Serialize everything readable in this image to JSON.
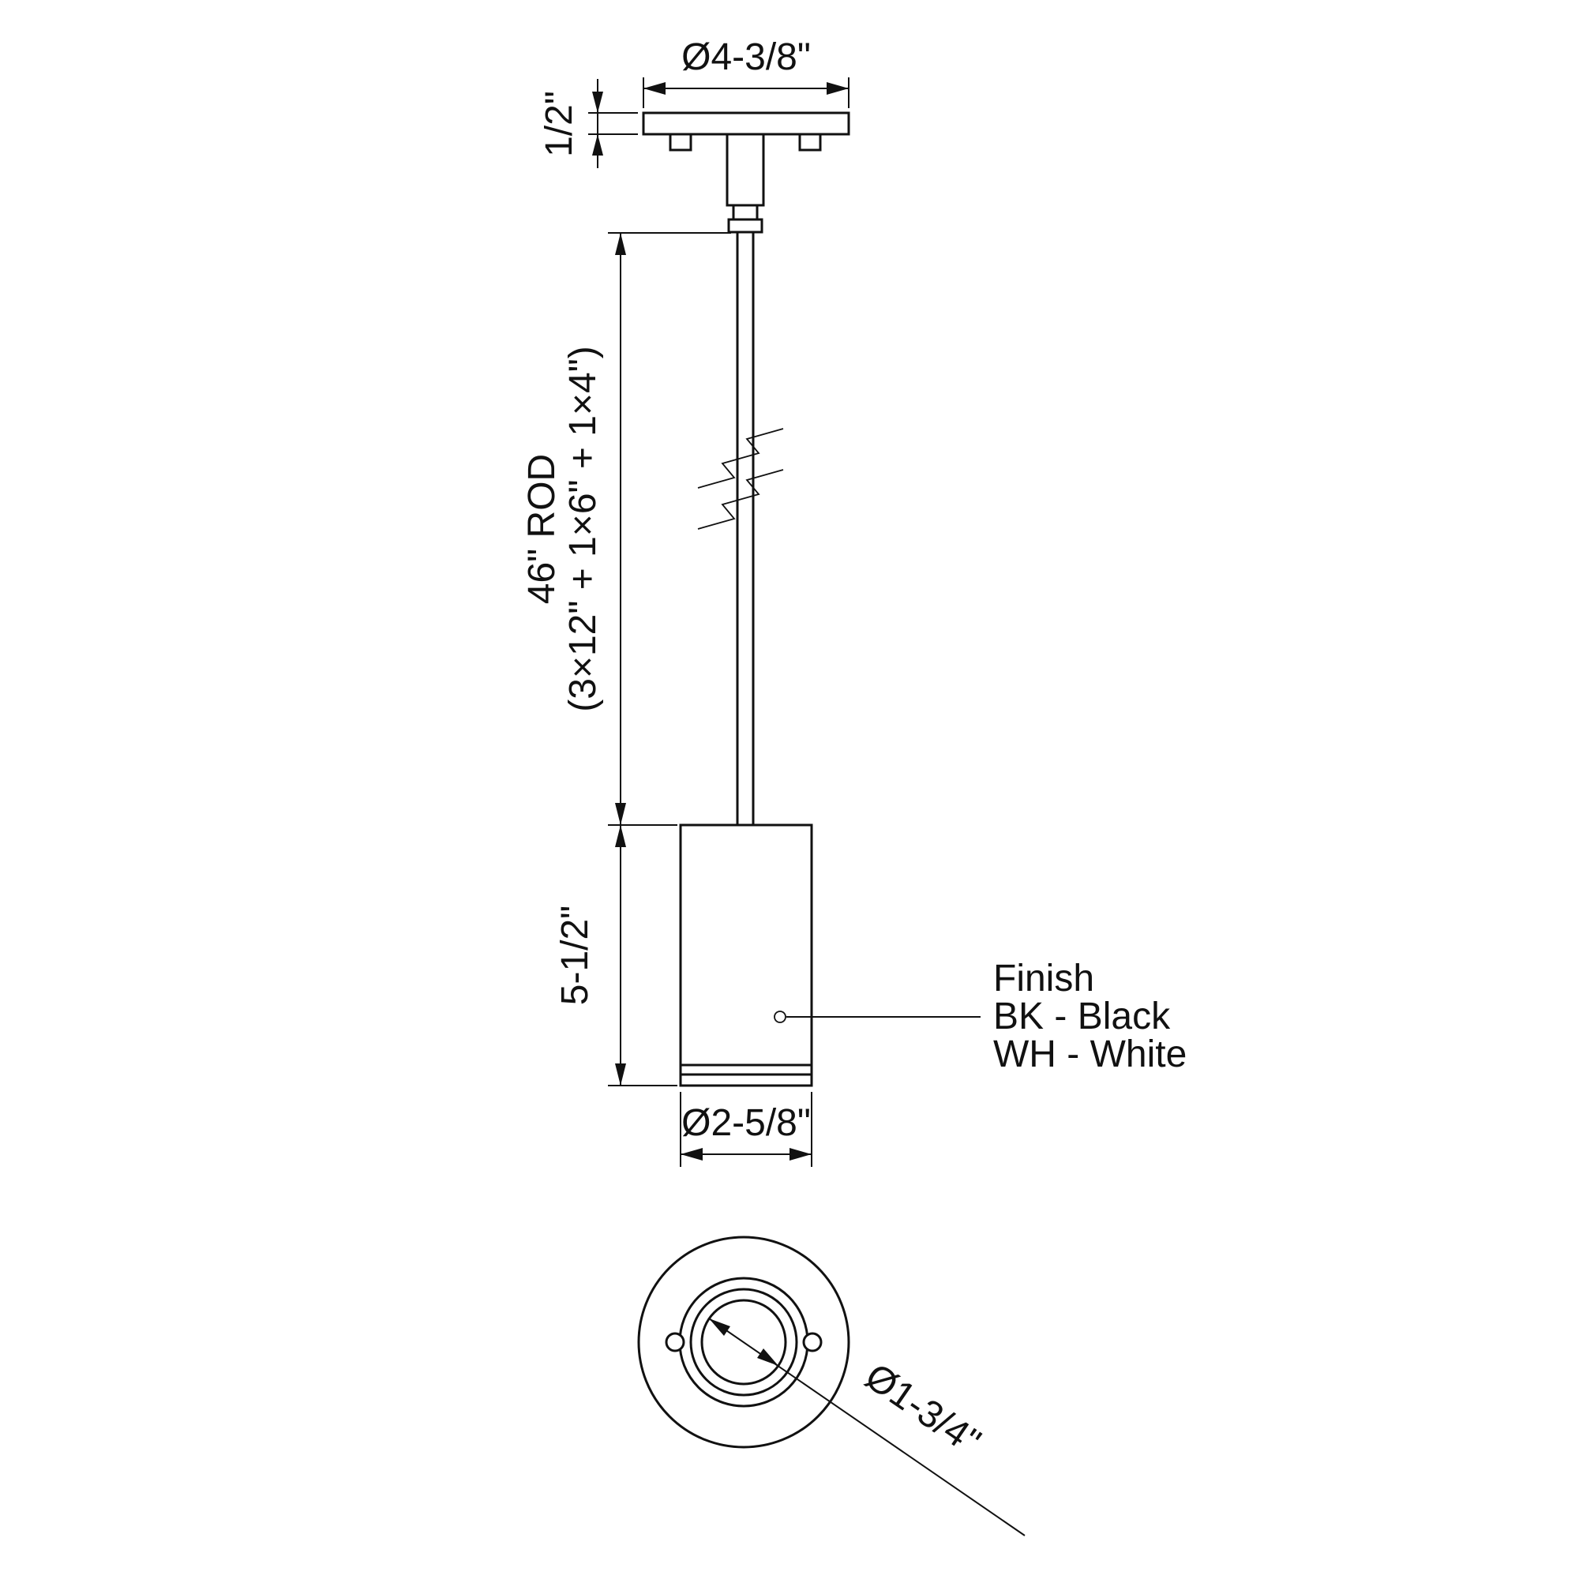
{
  "page": {
    "background": "#ffffff",
    "line_color": "#111111"
  },
  "dimensions": {
    "canopy_diameter": "Ø4-3/8\"",
    "canopy_thickness": "1/2\"",
    "rod_length": "46\" ROD",
    "rod_breakdown": "(3×12\" + 1×6\" + 1×4\")",
    "body_height": "5-1/2\"",
    "body_diameter": "Ø2-5/8\"",
    "aperture_diameter": "Ø1-3/4\""
  },
  "finish_callout": {
    "title": "Finish",
    "options": [
      "BK - Black",
      "WH - White"
    ]
  }
}
